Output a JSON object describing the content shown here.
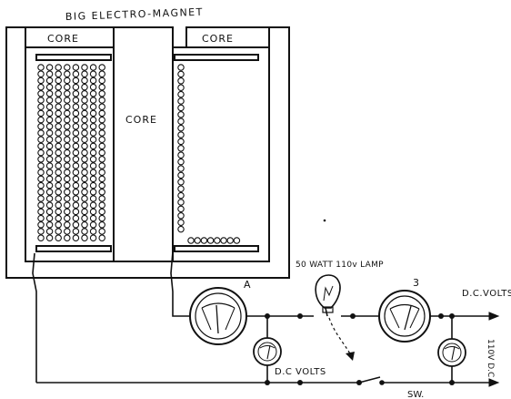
{
  "title": "BIG ELECTRO-MAGNET",
  "labels": {
    "core_left": "CORE",
    "core_center": "CORE",
    "core_right": "CORE",
    "lamp": "50 WATT 110v LAMP",
    "meter_a": "A",
    "meter_b": "3",
    "dc_volts_bottom": "D.C VOLTS",
    "dc_volts_right": "D.C.VOLTS",
    "v_side": "110V D.C",
    "switch": "SW."
  },
  "colors": {
    "ink": "#111111",
    "paper": "#ffffff"
  }
}
